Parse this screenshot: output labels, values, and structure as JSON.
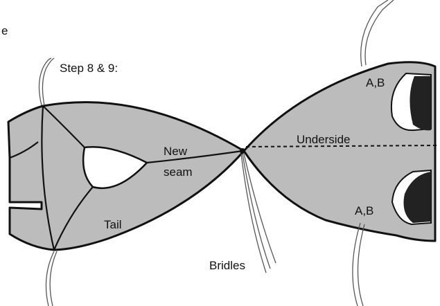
{
  "labels": {
    "corner": "e",
    "step": "Step 8 & 9:",
    "new_seam_line1": "New",
    "new_seam_line2": "seam",
    "tail": "Tail",
    "underside": "Underside",
    "ab_top": "A,B",
    "ab_bottom": "A,B",
    "bridles": "Bridles"
  },
  "colors": {
    "fabric": "#bcbcbc",
    "outline": "#111111",
    "eye_dark": "#222222"
  }
}
